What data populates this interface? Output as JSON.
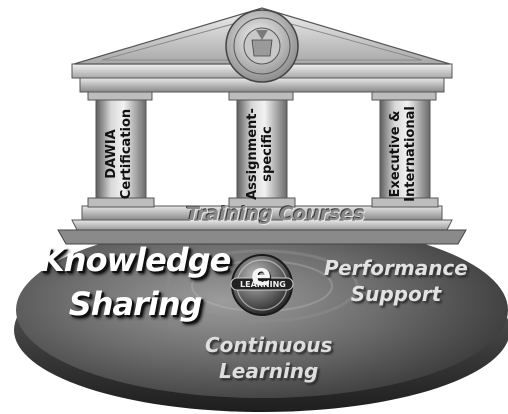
{
  "pillars": [
    {
      "line1": "DAWIA",
      "line2": "Certification"
    },
    {
      "line1": "Assignment-",
      "line2": "specific"
    },
    {
      "line1": "Executive &",
      "line2": "International"
    }
  ],
  "labels": {
    "training": "Training Courses",
    "knowledge_line1": "Knowledge",
    "knowledge_line2": "Sharing",
    "performance_line1": "Performance",
    "performance_line2": "Support",
    "continuous_line1": "Continuous",
    "continuous_line2": "Learning",
    "elearning_text": "LEARNING",
    "elearning_letter": "e"
  },
  "colors": {
    "stone_light": "#d9d9d9",
    "stone_dark": "#7a7a7a",
    "disc_dark": "#3a3a3a",
    "disc_light": "#9a9a9a"
  }
}
